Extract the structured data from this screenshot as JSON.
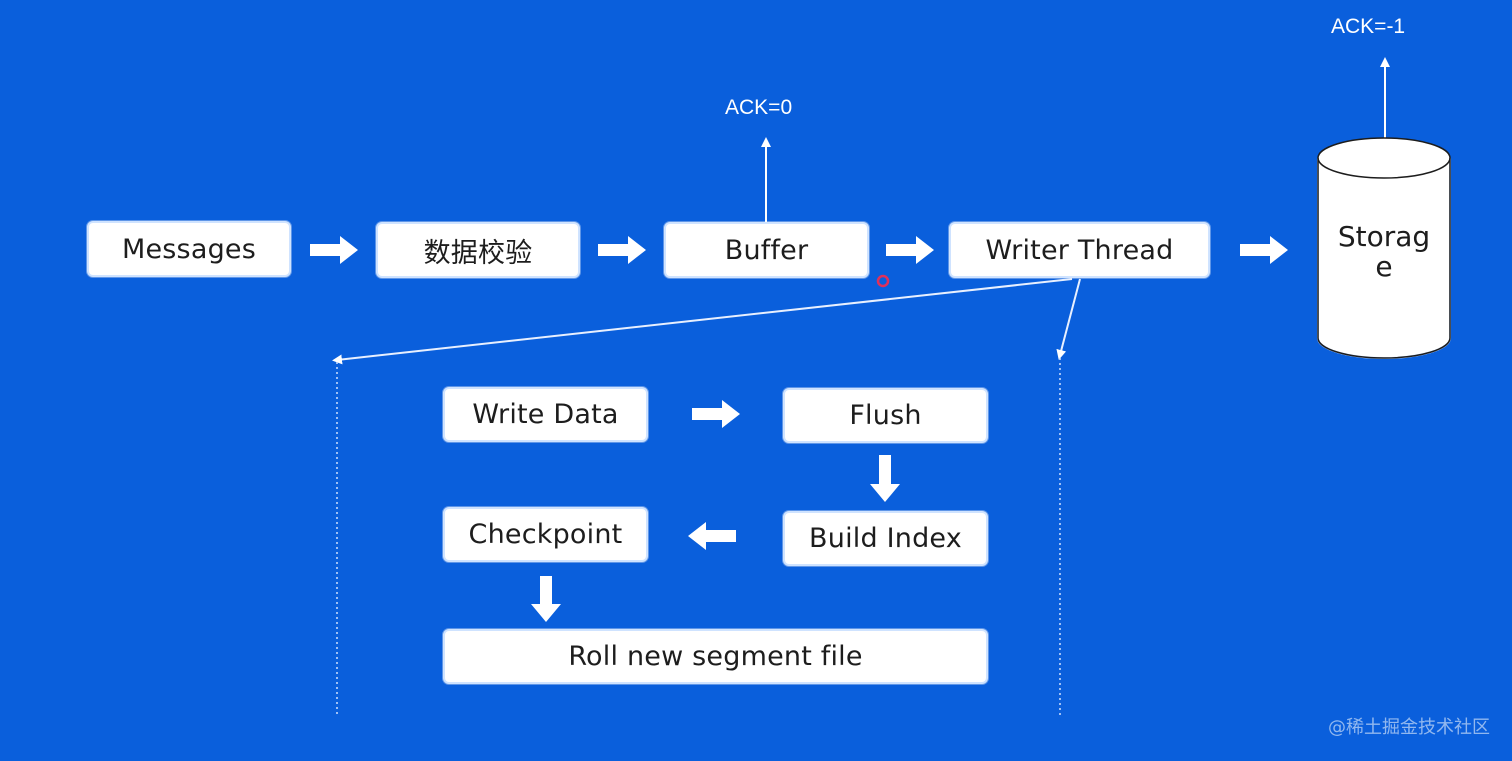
{
  "top_row": {
    "messages": "Messages",
    "validation": "数据校验",
    "buffer": "Buffer",
    "writer_thread": "Writer Thread"
  },
  "storage": {
    "line1": "Storag",
    "line2": "e"
  },
  "acks": {
    "buffer": "ACK=0",
    "storage": "ACK=-1"
  },
  "writer_steps": {
    "write_data": "Write Data",
    "flush": "Flush",
    "build_index": "Build Index",
    "checkpoint": "Checkpoint",
    "roll_segment": "Roll new segment file"
  },
  "watermark": "@稀土掘金技术社区",
  "colors": {
    "background": "#0a5fdc",
    "box": "#ffffff",
    "cursor_dot": "#e0305a"
  }
}
